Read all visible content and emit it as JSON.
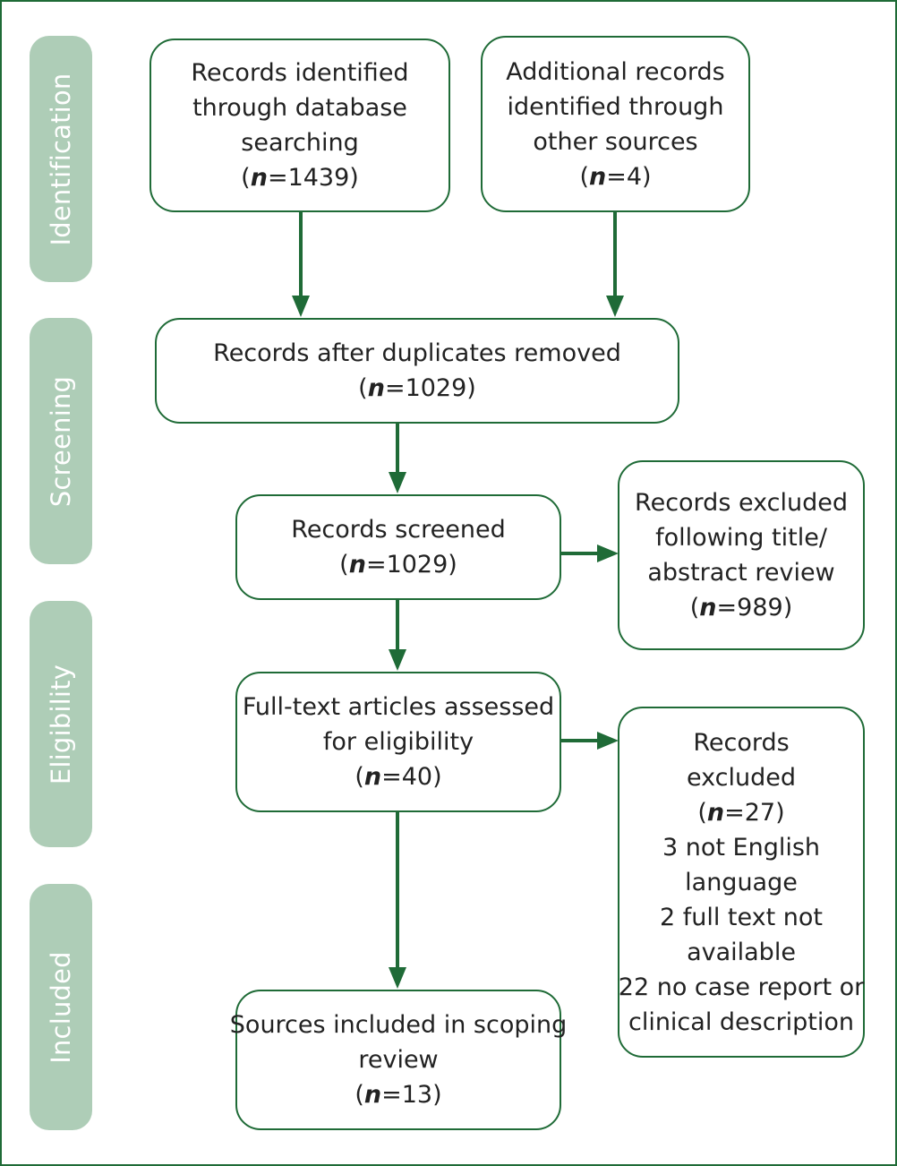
{
  "colors": {
    "border": "#1f6b37",
    "arrow": "#1f6b37",
    "stage_fill": "#aecdb7",
    "stage_text": "#ffffff",
    "text": "#222222"
  },
  "stages": {
    "identification": "Identification",
    "screening": "Screening",
    "eligibility": "Eligibility",
    "included": "Included"
  },
  "boxes": {
    "database": {
      "lines": [
        "Records identified",
        "through database",
        "searching"
      ],
      "count_prefix": "(",
      "n": "n",
      "count": "=1439)"
    },
    "other_sources": {
      "lines": [
        "Additional records",
        "identified through",
        "other sources"
      ],
      "count_prefix": "(",
      "n": "n",
      "count": "=4)"
    },
    "duplicates_removed": {
      "lines": [
        "Records after duplicates removed"
      ],
      "count_prefix": "(",
      "n": "n",
      "count": "=1029)"
    },
    "screened": {
      "lines": [
        "Records screened"
      ],
      "count_prefix": "(",
      "n": "n",
      "count": "=1029)"
    },
    "excluded_title": {
      "lines": [
        "Records excluded",
        "following title/",
        "abstract review"
      ],
      "count_prefix": "(",
      "n": "n",
      "count": "=989)"
    },
    "fulltext": {
      "lines": [
        "Full-text articles assessed",
        "for eligibility"
      ],
      "count_prefix": "(",
      "n": "n",
      "count": "=40)"
    },
    "excluded_fulltext": {
      "lines": [
        "Records",
        "excluded"
      ],
      "count_prefix": "(",
      "n": "n",
      "count": "=27)",
      "reasons": [
        "3 not English",
        "language",
        "2 full text not",
        "available",
        "22 no case report or",
        "clinical description"
      ]
    },
    "included": {
      "lines": [
        "Sources included in scoping",
        "review"
      ],
      "count_prefix": "(",
      "n": "n",
      "count": "=13)"
    }
  }
}
